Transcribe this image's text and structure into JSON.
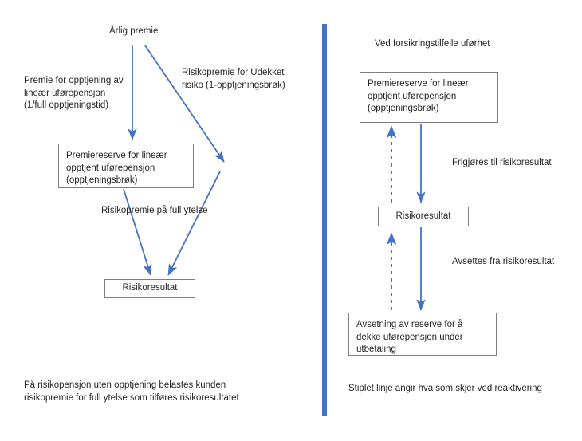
{
  "diagram": {
    "title_visible": false,
    "colors": {
      "arrow": "#4472C4",
      "divider": "#4472C4",
      "box_border": "#7f7f7f",
      "text": "#262626",
      "background": "#ffffff"
    },
    "left_panel": {
      "source_label": "Årlig premie",
      "edge_labels": [
        "Premie for opptjening av\nlineær uførepensjon\n(1/full opptjeningstid)",
        "Risikopremie for Udekket\nrisiko (1-opptjeningsbrøk)",
        "Risikopremie på full ytelse"
      ],
      "nodes": [
        "Premiereserve for lineær\nopptjent uførepensjon\n(opptjeningsbrøk)",
        "Risikoresultat"
      ],
      "caption": "På risikopensjon uten opptjening belastes kunden\nrisikopremie for full ytelse som tilføres risikoresultatet"
    },
    "right_panel": {
      "heading": "Ved forsikringstilfelle uførhet",
      "nodes": [
        "Premiereserve for lineær\nopptjent uførepensjon\n(opptjeningsbrøk)",
        "Risikoresultat",
        "Avsetning av reserve for å\ndekke uførepensjon under\nutbetaling"
      ],
      "edge_labels": [
        "Frigjøres til risikoresultat",
        "Avsettes fra risikoresultat"
      ],
      "caption": "Stiplet linje angir hva som skjer ved reaktivering"
    }
  }
}
